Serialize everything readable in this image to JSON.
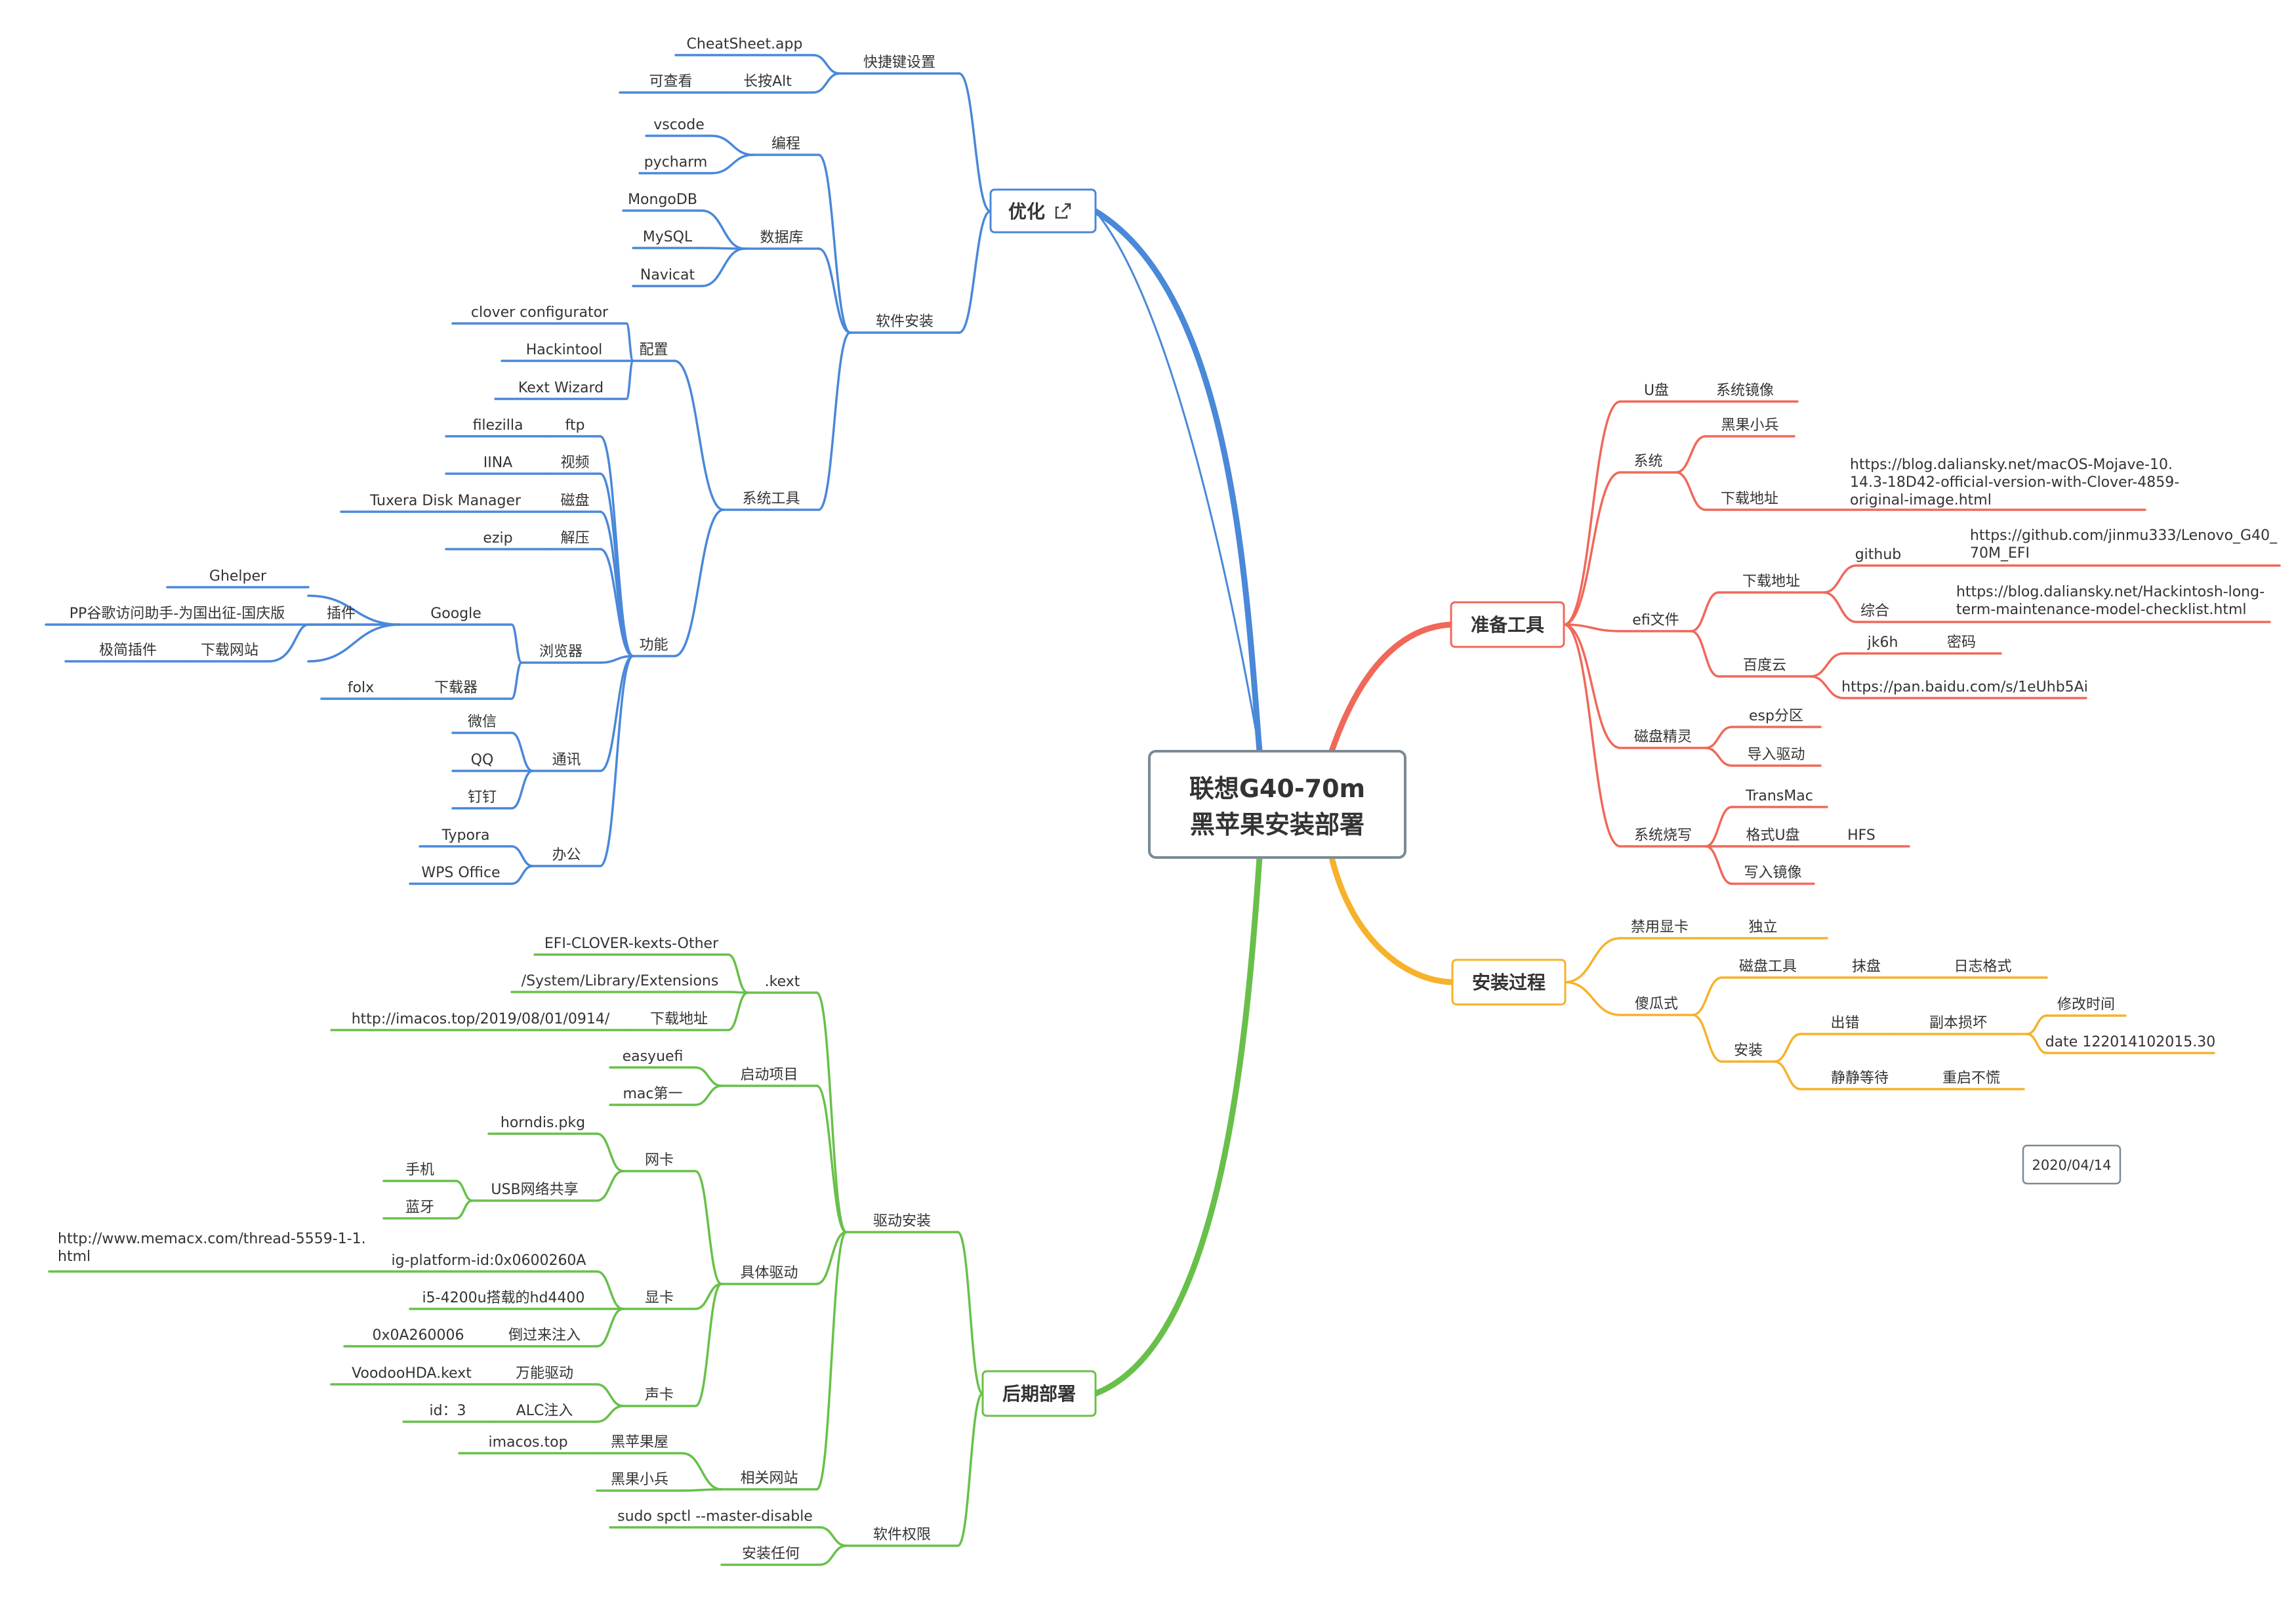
{
  "root": {
    "line1": "联想G40-70m",
    "line2": "黑苹果安装部署"
  },
  "date_label": "2020/04/14",
  "colors": {
    "optimize": "#4a88d8",
    "prepare": "#f0685a",
    "install": "#f6b22a",
    "post": "#68c04a",
    "root_border": "#7a8a94"
  },
  "icons": {
    "optimize": "external-link-icon"
  },
  "branches": {
    "optimize": {
      "label": "优化",
      "shortcuts": {
        "label": "快捷键设置",
        "cheatsheet": "CheatSheet.app",
        "long_alt": "长按Alt",
        "viewable": "可查看"
      },
      "software": {
        "label": "软件安装",
        "coding": {
          "label": "编程",
          "vscode": "vscode",
          "pycharm": "pycharm"
        },
        "database": {
          "label": "数据库",
          "mongodb": "MongoDB",
          "mysql": "MySQL",
          "navicat": "Navicat"
        },
        "system_tools": {
          "label": "系统工具",
          "config": {
            "label": "配置",
            "clover": "clover configurator",
            "hackintool": "Hackintool",
            "kext_wizard": "Kext Wizard"
          },
          "functions": {
            "label": "功能",
            "ftp": {
              "label": "ftp",
              "value": "filezilla"
            },
            "video": {
              "label": "视频",
              "value": "IINA"
            },
            "disk": {
              "label": "磁盘",
              "value": "Tuxera Disk Manager"
            },
            "unzip": {
              "label": "解压",
              "value": "ezip"
            },
            "browser": {
              "label": "浏览器",
              "google": {
                "label": "Google",
                "plugin": "插件",
                "ghelper": "Ghelper",
                "pp": "PP谷歌访问助手-为国出征-国庆版",
                "download_site": "下载网站",
                "jijian": "极简插件"
              },
              "downloader": {
                "label": "下载器",
                "value": "folx"
              }
            },
            "comm": {
              "label": "通讯",
              "wechat": "微信",
              "qq": "QQ",
              "dingtalk": "钉钉"
            },
            "office": {
              "label": "办公",
              "typora": "Typora",
              "wps": "WPS Office"
            }
          }
        }
      }
    },
    "prepare": {
      "label": "准备工具",
      "udisk": {
        "label": "U盘",
        "child": "系统镜像"
      },
      "system": {
        "label": "系统",
        "heiguo": "黑果小兵",
        "download": "下载地址",
        "url": [
          "https://blog.daliansky.net/macOS-Mojave-10.",
          "14.3-18D42-official-version-with-Clover-4859-",
          "original-image.html"
        ]
      },
      "efi": {
        "label": "efi文件",
        "download": "下载地址",
        "github": "github",
        "github_url": [
          "https://github.com/jinmu333/Lenovo_G40_",
          "70M_EFI"
        ],
        "general": "综合",
        "general_url": [
          "https://blog.daliansky.net/Hackintosh-long-",
          "term-maintenance-model-checklist.html"
        ],
        "baidu": "百度云",
        "jk6h": "jk6h",
        "password": "密码",
        "baidu_url": "https://pan.baidu.com/s/1eUhb5Ai"
      },
      "diskgenius": {
        "label": "磁盘精灵",
        "esp": "esp分区",
        "import": "导入驱动"
      },
      "burn": {
        "label": "系统烧写",
        "transmac": "TransMac",
        "format": "格式U盘",
        "hfs": "HFS",
        "write": "写入镜像"
      }
    },
    "install": {
      "label": "安装过程",
      "disable_gpu": {
        "label": "禁用显卡",
        "child": "独立"
      },
      "foolproof": {
        "label": "傻瓜式",
        "disk_tool": "磁盘工具",
        "wipe": "抹盘",
        "log_format": "日志格式",
        "install": "安装",
        "error": "出错",
        "copy_damaged": "副本损坏",
        "modify_time": "修改时间",
        "date_cmd": "date 122014102015.30",
        "wait": "静静等待",
        "restart": "重启不慌"
      }
    },
    "post": {
      "label": "后期部署",
      "driver": {
        "label": "驱动安装",
        "kext": {
          "label": ".kext",
          "efi_clover": "EFI-CLOVER-kexts-Other",
          "system_lib": "/System/Library/Extensions",
          "download": "下载地址",
          "url": "http://imacos.top/2019/08/01/0914/"
        },
        "boot": {
          "label": "启动项目",
          "easyuefi": "easyuefi",
          "mac_first": "mac第一"
        },
        "specific": {
          "label": "具体驱动",
          "nic": {
            "label": "网卡",
            "horndis": "horndis.pkg",
            "usb": "USB网络共享",
            "phone": "手机",
            "bluetooth": "蓝牙"
          },
          "gpu": {
            "label": "显卡",
            "ig": "ig-platform-id:0x0600260A",
            "memacx": [
              "http://www.memacx.com/thread-5559-1-1.",
              "html"
            ],
            "hd4400": "i5-4200u搭载的hd4400",
            "reverse": "倒过来注入",
            "hex": "0x0A260006"
          },
          "audio": {
            "label": "声卡",
            "universal": "万能驱动",
            "voodoo": "VoodooHDA.kext",
            "alc": "ALC注入",
            "id": "id：3"
          }
        },
        "sites": {
          "label": "相关网站",
          "heipingguo": "黑苹果屋",
          "imacos": "imacos.top",
          "heiguo": "黑果小兵"
        }
      },
      "permission": {
        "label": "软件权限",
        "spctl": "sudo spctl --master-disable",
        "any": "安装任何"
      }
    }
  }
}
